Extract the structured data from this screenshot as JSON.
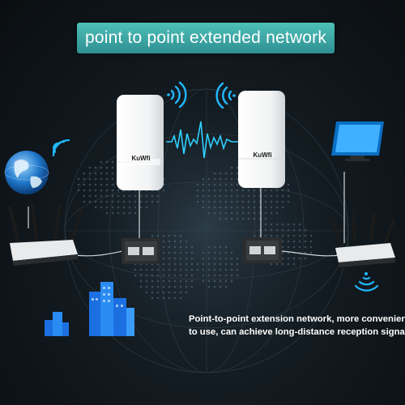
{
  "title": "point to point extended network",
  "devices": [
    {
      "brand": "KuWfi"
    },
    {
      "brand": "KuWfi"
    }
  ],
  "caption": {
    "line1": "Point-to-point extension network, more convenient",
    "line2": "to use, can achieve long-distance reception signal"
  },
  "colors": {
    "banner": "#3aa6a6",
    "signal": "#22b8ff",
    "wave": "#2fd0ff",
    "background": "#0f161b"
  },
  "icons": [
    "globe-icon",
    "wifi-signal-icon",
    "router-icon",
    "poe-adapter-icon",
    "monitor-icon",
    "building-icon"
  ]
}
